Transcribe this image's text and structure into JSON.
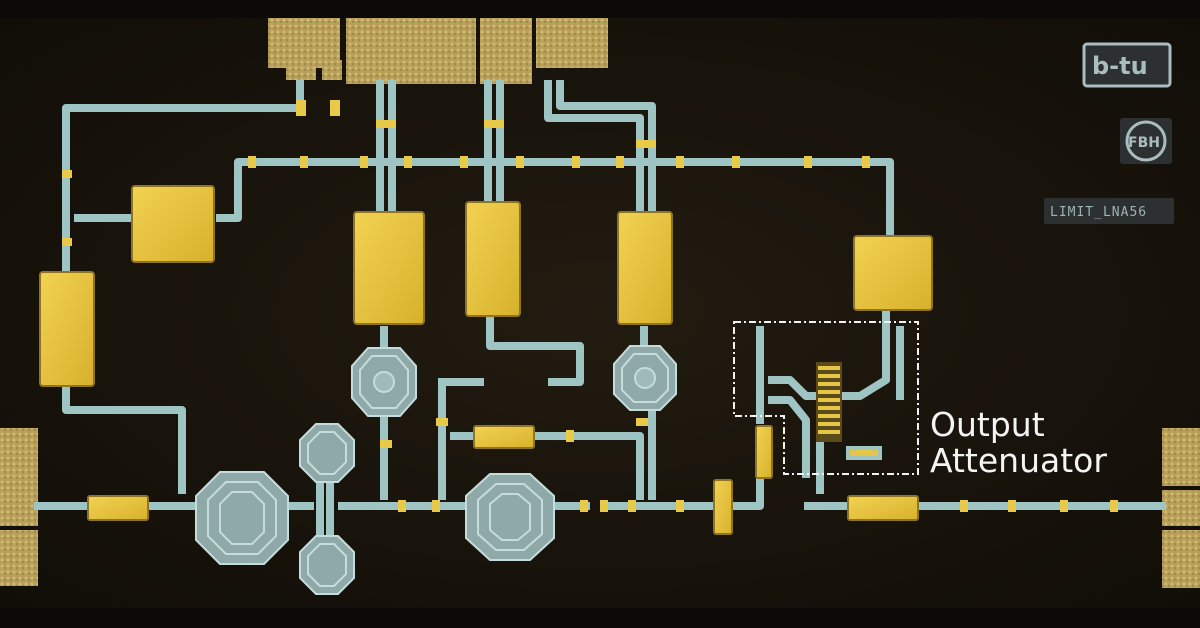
{
  "annotation": {
    "line1": "Output",
    "line2": "Attenuator"
  },
  "markers": {
    "university_logo": "b-tu",
    "institute_logo": "FBH",
    "chip_name": "LIMIT_LNA56"
  },
  "colors": {
    "substrate": "#17130c",
    "gold": "#e7c443",
    "trace": "#9fc4c4",
    "annotation_box": "#f2f2f2"
  }
}
